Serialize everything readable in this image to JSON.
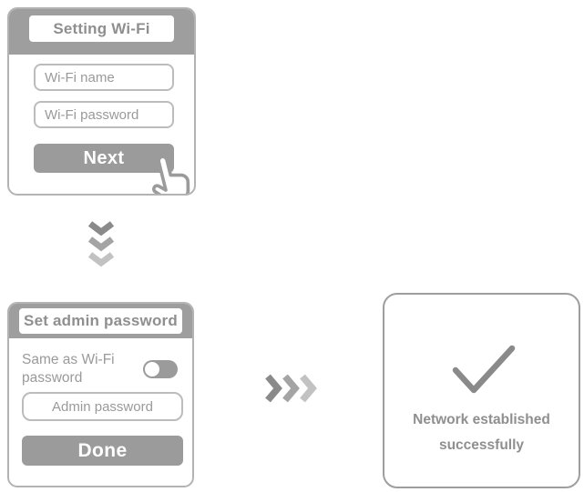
{
  "colors": {
    "header_gray": "#9e9e9e",
    "button_gray": "#9b9b9b",
    "text_gray": "#8f8f8f",
    "placeholder_gray": "#9a9a9a",
    "border_gray": "#b3b3b3",
    "checkmark_gray": "#8a8a8a",
    "chevron_dark": "#8a8a8a",
    "chevron_mid": "#a4a4a4",
    "chevron_light": "#c2c2c2",
    "white": "#ffffff"
  },
  "icons": {
    "tap_hand": "pointing-hand-cursor",
    "checkmark": "✓",
    "flow_down": "triple-chevron-down",
    "flow_right": "triple-chevron-right",
    "toggle": "switch-off"
  },
  "wifi_panel": {
    "title": "Setting Wi-Fi",
    "name_placeholder": "Wi-Fi name",
    "password_placeholder": "Wi-Fi password",
    "next_label": "Next"
  },
  "admin_panel": {
    "title": "Set admin password",
    "toggle_label": "Same as Wi-Fi password",
    "toggle_state": "off",
    "password_placeholder": "Admin password",
    "done_label": "Done"
  },
  "success_panel": {
    "message": "Network established successfully"
  }
}
